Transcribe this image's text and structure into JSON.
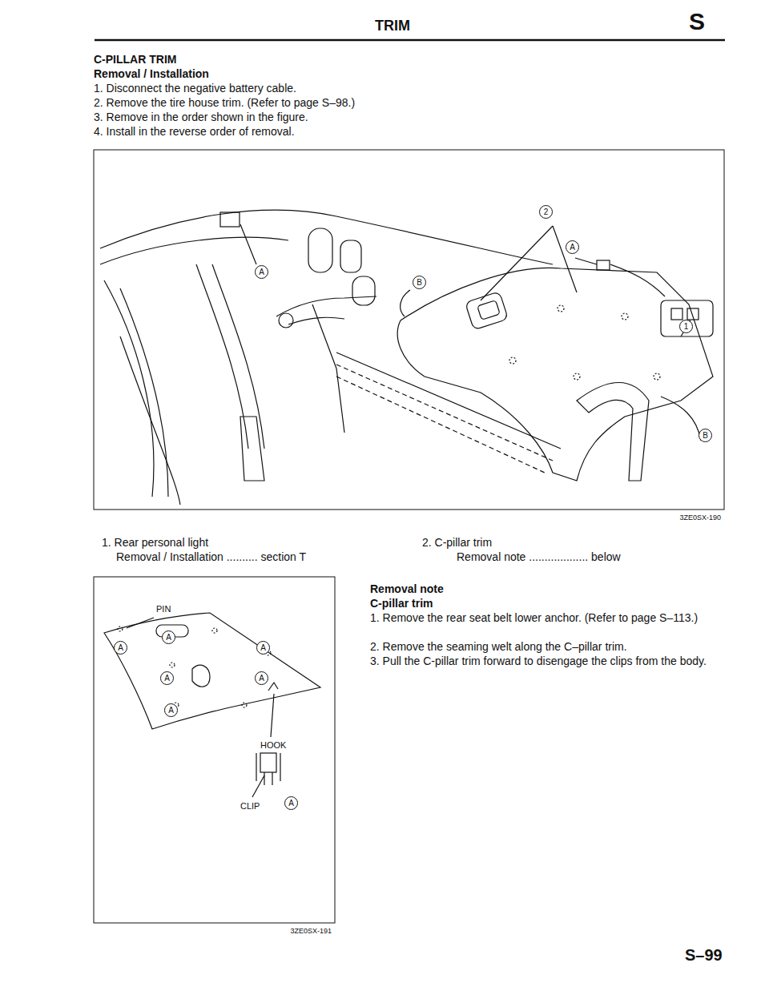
{
  "diagram": {
    "title": "TRIM",
    "labels": [
      "S",
      "C-PILLAR TRIM",
      "Removal / Installation",
      "1. Disconnect the negative battery cable.",
      "2. Remove the tire house trim. (Refer to page S–98.)",
      "3. Remove in the order shown in the figure.",
      "4. Install in the reverse order of removal.",
      "2",
      "A",
      "B",
      "A",
      "1",
      "B",
      "3ZE0SX-190",
      "1. Rear personal light",
      "Removal / Installation .......... section T",
      "2. C-pillar trim",
      "Removal note ................... below",
      "PIN",
      "A",
      "A",
      "A",
      "A",
      "A",
      "A",
      "HOOK",
      "CLIP",
      "A",
      "3ZE0SX-191",
      "Removal note",
      "C-pillar trim",
      "1. Remove the rear seat belt lower anchor. (Refer to page S–113.)",
      "2. Remove the seaming welt along the C–pillar trim.",
      "3. Pull the C-pillar trim forward to disengage the clips from the body.",
      "S–99"
    ]
  }
}
